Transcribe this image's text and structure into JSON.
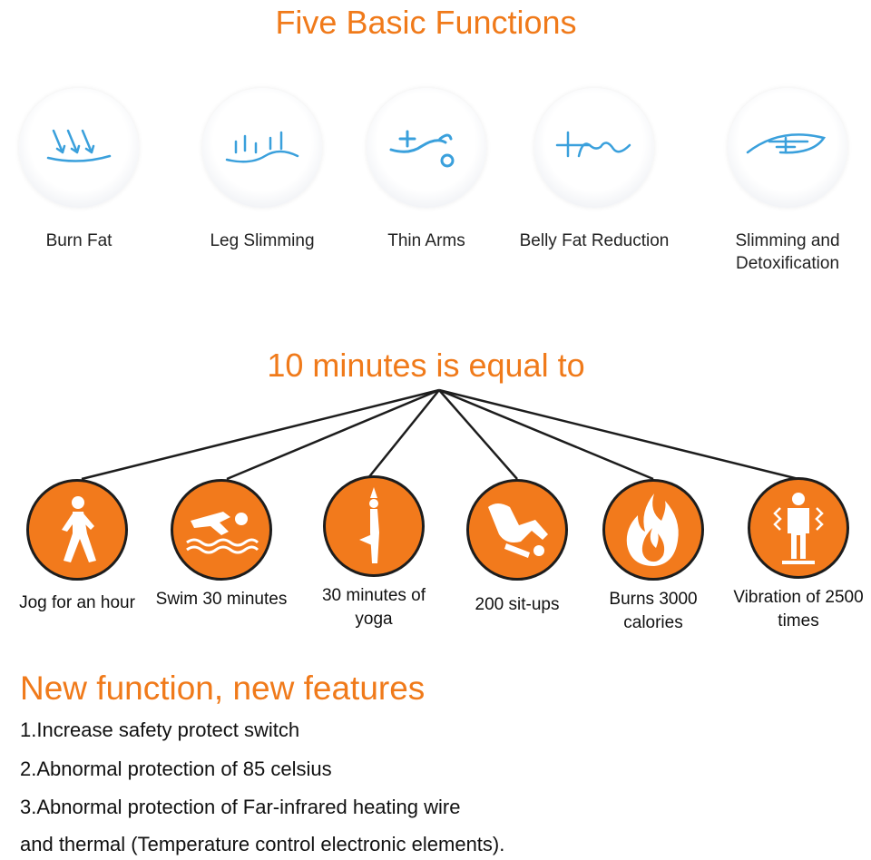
{
  "section1": {
    "title": "Five Basic Functions",
    "items": [
      {
        "label": "Burn Fat",
        "icon": "arrows-down-icon"
      },
      {
        "label": "Leg Slimming",
        "icon": "leg-curve-icon"
      },
      {
        "label": "Thin Arms",
        "icon": "arm-plus-icon"
      },
      {
        "label": "Belly Fat Reduction",
        "icon": "belly-wave-icon"
      },
      {
        "label": "Slimming and Detoxification",
        "icon": "eye-curve-icon"
      }
    ]
  },
  "section2": {
    "title": "10 minutes is equal to",
    "items": [
      {
        "label": "Jog for an hour",
        "icon": "walking-person-icon"
      },
      {
        "label": "Swim 30 minutes",
        "icon": "swimmer-icon"
      },
      {
        "label": "30 minutes of yoga",
        "icon": "yoga-icon"
      },
      {
        "label": "200 sit-ups",
        "icon": "sit-up-icon"
      },
      {
        "label": "Burns 3000 calories",
        "icon": "flame-icon"
      },
      {
        "label": "Vibration of 2500 times",
        "icon": "vibration-person-icon"
      }
    ]
  },
  "section3": {
    "title": "New function, new features",
    "features": [
      "1.Increase safety protect switch",
      "2.Abnormal protection of 85 celsius",
      "3.Abnormal protection of Far-infrared heating wire",
      "and thermal (Temperature control electronic elements)."
    ]
  },
  "colors": {
    "accent": "#f07a1a",
    "icon_blue": "#3aa0dc"
  }
}
